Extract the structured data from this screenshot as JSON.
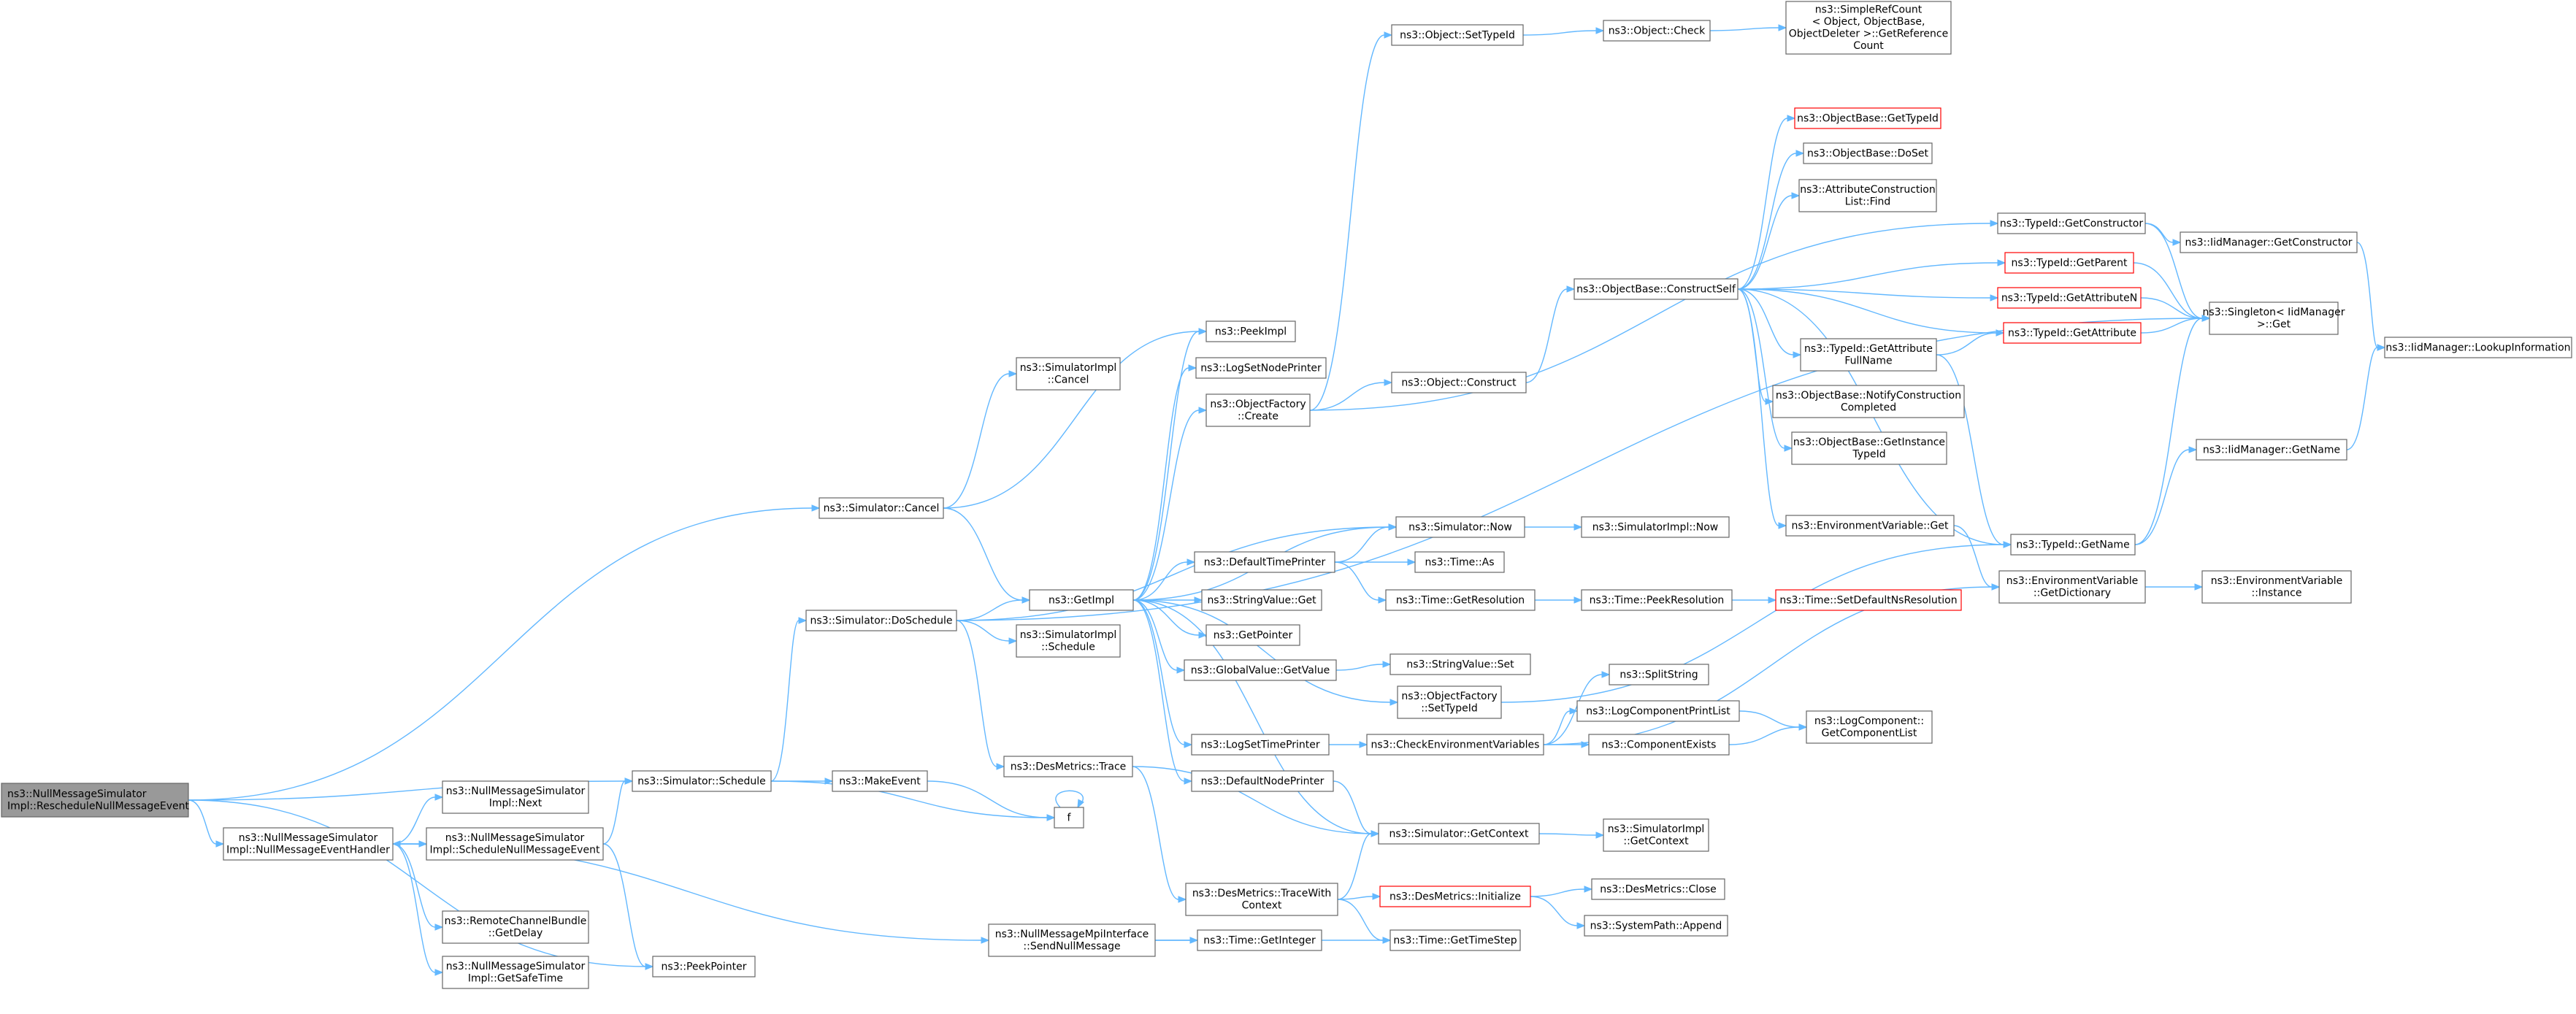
{
  "graph": {
    "root": "NullMessageSimulatorImpl::RescheduleNullMessageEvent",
    "nodes": [
      {
        "id": "n_root",
        "lines": [
          "ns3::NullMessageSimulator",
          "Impl::RescheduleNullMessageEvent"
        ],
        "style": "root"
      },
      {
        "id": "n_cancel",
        "lines": [
          "ns3::Simulator::Cancel"
        ]
      },
      {
        "id": "n_simimpl_cancel",
        "lines": [
          "ns3::SimulatorImpl",
          "::Cancel"
        ]
      },
      {
        "id": "n_doschedule",
        "lines": [
          "ns3::Simulator::DoSchedule"
        ]
      },
      {
        "id": "n_getimpl",
        "lines": [
          "ns3::GetImpl"
        ]
      },
      {
        "id": "n_simimpl_schedule",
        "lines": [
          "ns3::SimulatorImpl",
          "::Schedule"
        ]
      },
      {
        "id": "n_desmetrics_trace",
        "lines": [
          "ns3::DesMetrics::Trace"
        ]
      },
      {
        "id": "n_schedule",
        "lines": [
          "ns3::Simulator::Schedule"
        ]
      },
      {
        "id": "n_makeevent",
        "lines": [
          "ns3::MakeEvent"
        ]
      },
      {
        "id": "n_f",
        "lines": [
          "f"
        ]
      },
      {
        "id": "n_nms_next",
        "lines": [
          "ns3::NullMessageSimulator",
          "Impl::Next"
        ]
      },
      {
        "id": "n_nms_handler",
        "lines": [
          "ns3::NullMessageSimulator",
          "Impl::NullMessageEventHandler"
        ]
      },
      {
        "id": "n_nms_schednull",
        "lines": [
          "ns3::NullMessageSimulator",
          "Impl::ScheduleNullMessageEvent"
        ]
      },
      {
        "id": "n_rcb_getdelay",
        "lines": [
          "ns3::RemoteChannelBundle",
          "::GetDelay"
        ]
      },
      {
        "id": "n_nms_getsafetime",
        "lines": [
          "ns3::NullMessageSimulator",
          "Impl::GetSafeTime"
        ]
      },
      {
        "id": "n_peekpointer",
        "lines": [
          "ns3::PeekPointer"
        ]
      },
      {
        "id": "n_sendnull",
        "lines": [
          "ns3::NullMessageMpiInterface",
          "::SendNullMessage"
        ]
      },
      {
        "id": "n_peekimpl",
        "lines": [
          "ns3::PeekImpl"
        ]
      },
      {
        "id": "n_logsetnodeprinter",
        "lines": [
          "ns3::LogSetNodePrinter"
        ]
      },
      {
        "id": "n_objfactory_create",
        "lines": [
          "ns3::ObjectFactory",
          "::Create"
        ]
      },
      {
        "id": "n_defaulttimeprinter",
        "lines": [
          "ns3::DefaultTimePrinter"
        ]
      },
      {
        "id": "n_stringvalue_get",
        "lines": [
          "ns3::StringValue::Get"
        ]
      },
      {
        "id": "n_getpointer",
        "lines": [
          "ns3::GetPointer"
        ]
      },
      {
        "id": "n_globalvalue_getvalue",
        "lines": [
          "ns3::GlobalValue::GetValue"
        ]
      },
      {
        "id": "n_objfactory_settypeid",
        "lines": [
          "ns3::ObjectFactory",
          "::SetTypeId"
        ]
      },
      {
        "id": "n_logsettimeprinter",
        "lines": [
          "ns3::LogSetTimePrinter"
        ]
      },
      {
        "id": "n_defaultnodeprinter",
        "lines": [
          "ns3::DefaultNodePrinter"
        ]
      },
      {
        "id": "n_desmetrics_tracewith",
        "lines": [
          "ns3::DesMetrics::TraceWith",
          "Context"
        ]
      },
      {
        "id": "n_time_getinteger",
        "lines": [
          "ns3::Time::GetInteger"
        ]
      },
      {
        "id": "n_object_settypeid",
        "lines": [
          "ns3::Object::SetTypeId"
        ]
      },
      {
        "id": "n_object_construct",
        "lines": [
          "ns3::Object::Construct"
        ]
      },
      {
        "id": "n_sim_now",
        "lines": [
          "ns3::Simulator::Now"
        ]
      },
      {
        "id": "n_time_as",
        "lines": [
          "ns3::Time::As"
        ]
      },
      {
        "id": "n_time_getresolution",
        "lines": [
          "ns3::Time::GetResolution"
        ]
      },
      {
        "id": "n_stringvalue_set",
        "lines": [
          "ns3::StringValue::Set"
        ]
      },
      {
        "id": "n_checkenv",
        "lines": [
          "ns3::CheckEnvironmentVariables"
        ]
      },
      {
        "id": "n_sim_getcontext",
        "lines": [
          "ns3::Simulator::GetContext"
        ]
      },
      {
        "id": "n_desmetrics_init",
        "lines": [
          "ns3::DesMetrics::Initialize"
        ],
        "style": "red"
      },
      {
        "id": "n_time_gettimestep",
        "lines": [
          "ns3::Time::GetTimeStep"
        ]
      },
      {
        "id": "n_object_check",
        "lines": [
          "ns3::Object::Check"
        ]
      },
      {
        "id": "n_objectbase_constructself",
        "lines": [
          "ns3::ObjectBase::ConstructSelf"
        ]
      },
      {
        "id": "n_simimpl_now",
        "lines": [
          "ns3::SimulatorImpl::Now"
        ]
      },
      {
        "id": "n_time_peekresolution",
        "lines": [
          "ns3::Time::PeekResolution"
        ]
      },
      {
        "id": "n_splitstring",
        "lines": [
          "ns3::SplitString"
        ]
      },
      {
        "id": "n_logcomponentprintlist",
        "lines": [
          "ns3::LogComponentPrintList"
        ]
      },
      {
        "id": "n_componentexists",
        "lines": [
          "ns3::ComponentExists"
        ]
      },
      {
        "id": "n_simimpl_getcontext",
        "lines": [
          "ns3::SimulatorImpl",
          "::GetContext"
        ]
      },
      {
        "id": "n_desmetrics_close",
        "lines": [
          "ns3::DesMetrics::Close"
        ]
      },
      {
        "id": "n_systempath_append",
        "lines": [
          "ns3::SystemPath::Append"
        ]
      },
      {
        "id": "n_simplerefcount",
        "lines": [
          "ns3::SimpleRefCount",
          "< Object, ObjectBase,",
          "ObjectDeleter >::GetReference",
          "Count"
        ]
      },
      {
        "id": "n_objectbase_gettypeid",
        "lines": [
          "ns3::ObjectBase::GetTypeId"
        ],
        "style": "red"
      },
      {
        "id": "n_objectbase_doset",
        "lines": [
          "ns3::ObjectBase::DoSet"
        ]
      },
      {
        "id": "n_attrconstruction",
        "lines": [
          "ns3::AttributeConstruction",
          "List::Find"
        ]
      },
      {
        "id": "n_typeid_getattrfullname",
        "lines": [
          "ns3::TypeId::GetAttribute",
          "FullName"
        ]
      },
      {
        "id": "n_objectbase_notify",
        "lines": [
          "ns3::ObjectBase::NotifyConstruction",
          "Completed"
        ]
      },
      {
        "id": "n_objectbase_getinstance",
        "lines": [
          "ns3::ObjectBase::GetInstance",
          "TypeId"
        ]
      },
      {
        "id": "n_envvar_get",
        "lines": [
          "ns3::EnvironmentVariable::Get"
        ]
      },
      {
        "id": "n_time_setdefaultns",
        "lines": [
          "ns3::Time::SetDefaultNsResolution"
        ],
        "style": "red"
      },
      {
        "id": "n_logcomponent_getlist",
        "lines": [
          "ns3::LogComponent::",
          "GetComponentList"
        ]
      },
      {
        "id": "n_typeid_getconstructor",
        "lines": [
          "ns3::TypeId::GetConstructor"
        ]
      },
      {
        "id": "n_typeid_getparent",
        "lines": [
          "ns3::TypeId::GetParent"
        ],
        "style": "red"
      },
      {
        "id": "n_typeid_getattributen",
        "lines": [
          "ns3::TypeId::GetAttributeN"
        ],
        "style": "red"
      },
      {
        "id": "n_typeid_getattribute",
        "lines": [
          "ns3::TypeId::GetAttribute"
        ],
        "style": "red"
      },
      {
        "id": "n_typeid_getname",
        "lines": [
          "ns3::TypeId::GetName"
        ]
      },
      {
        "id": "n_envvar_getdictionary",
        "lines": [
          "ns3::EnvironmentVariable",
          "::GetDictionary"
        ]
      },
      {
        "id": "n_iidmanager_getconstructor",
        "lines": [
          "ns3::IidManager::GetConstructor"
        ]
      },
      {
        "id": "n_singleton_get",
        "lines": [
          "ns3::Singleton< IidManager",
          ">::Get"
        ]
      },
      {
        "id": "n_iidmanager_getname",
        "lines": [
          "ns3::IidManager::GetName"
        ]
      },
      {
        "id": "n_envvar_instance",
        "lines": [
          "ns3::EnvironmentVariable",
          "::Instance"
        ]
      },
      {
        "id": "n_iidmanager_lookup",
        "lines": [
          "ns3::IidManager::LookupInformation"
        ]
      }
    ],
    "edges": [
      [
        "n_root",
        "n_cancel"
      ],
      [
        "n_root",
        "n_schedule"
      ],
      [
        "n_root",
        "n_nms_handler"
      ],
      [
        "n_root",
        "n_peekpointer"
      ],
      [
        "n_cancel",
        "n_simimpl_cancel"
      ],
      [
        "n_cancel",
        "n_peekimpl"
      ],
      [
        "n_cancel",
        "n_getimpl"
      ],
      [
        "n_doschedule",
        "n_getimpl"
      ],
      [
        "n_doschedule",
        "n_simimpl_schedule"
      ],
      [
        "n_doschedule",
        "n_desmetrics_trace"
      ],
      [
        "n_doschedule",
        "n_sim_now"
      ],
      [
        "n_doschedule",
        "n_singleton_get"
      ],
      [
        "n_schedule",
        "n_doschedule"
      ],
      [
        "n_schedule",
        "n_makeevent"
      ],
      [
        "n_schedule",
        "n_f"
      ],
      [
        "n_makeevent",
        "n_f"
      ],
      [
        "n_f",
        "n_f"
      ],
      [
        "n_nms_handler",
        "n_nms_next"
      ],
      [
        "n_nms_handler",
        "n_nms_schednull"
      ],
      [
        "n_nms_handler",
        "n_rcb_getdelay"
      ],
      [
        "n_nms_handler",
        "n_nms_getsafetime"
      ],
      [
        "n_nms_handler",
        "n_sendnull"
      ],
      [
        "n_nms_schednull",
        "n_nms_handler"
      ],
      [
        "n_nms_schednull",
        "n_schedule"
      ],
      [
        "n_nms_schednull",
        "n_peekpointer"
      ],
      [
        "n_sendnull",
        "n_time_getinteger"
      ],
      [
        "n_sendnull",
        "n_time_gettimestep"
      ],
      [
        "n_desmetrics_trace",
        "n_desmetrics_tracewith"
      ],
      [
        "n_desmetrics_trace",
        "n_sim_getcontext"
      ],
      [
        "n_desmetrics_tracewith",
        "n_desmetrics_init"
      ],
      [
        "n_desmetrics_tracewith",
        "n_sim_getcontext"
      ],
      [
        "n_desmetrics_tracewith",
        "n_time_gettimestep"
      ],
      [
        "n_getimpl",
        "n_peekimpl"
      ],
      [
        "n_getimpl",
        "n_logsetnodeprinter"
      ],
      [
        "n_getimpl",
        "n_objfactory_create"
      ],
      [
        "n_getimpl",
        "n_defaulttimeprinter"
      ],
      [
        "n_getimpl",
        "n_stringvalue_get"
      ],
      [
        "n_getimpl",
        "n_getpointer"
      ],
      [
        "n_getimpl",
        "n_globalvalue_getvalue"
      ],
      [
        "n_getimpl",
        "n_objfactory_settypeid"
      ],
      [
        "n_getimpl",
        "n_logsettimeprinter"
      ],
      [
        "n_getimpl",
        "n_defaultnodeprinter"
      ],
      [
        "n_getimpl",
        "n_sim_getcontext"
      ],
      [
        "n_getimpl",
        "n_sim_now"
      ],
      [
        "n_objfactory_create",
        "n_object_settypeid"
      ],
      [
        "n_objfactory_create",
        "n_object_construct"
      ],
      [
        "n_objfactory_create",
        "n_typeid_getconstructor"
      ],
      [
        "n_defaulttimeprinter",
        "n_sim_now"
      ],
      [
        "n_defaulttimeprinter",
        "n_time_as"
      ],
      [
        "n_defaulttimeprinter",
        "n_time_getresolution"
      ],
      [
        "n_globalvalue_getvalue",
        "n_stringvalue_set"
      ],
      [
        "n_objfactory_settypeid",
        "n_typeid_getname"
      ],
      [
        "n_logsettimeprinter",
        "n_checkenv"
      ],
      [
        "n_defaultnodeprinter",
        "n_sim_getcontext"
      ],
      [
        "n_object_settypeid",
        "n_object_check"
      ],
      [
        "n_object_check",
        "n_simplerefcount"
      ],
      [
        "n_object_construct",
        "n_objectbase_constructself"
      ],
      [
        "n_sim_now",
        "n_simimpl_now"
      ],
      [
        "n_time_getresolution",
        "n_time_peekresolution"
      ],
      [
        "n_time_peekresolution",
        "n_time_setdefaultns"
      ],
      [
        "n_checkenv",
        "n_splitstring"
      ],
      [
        "n_checkenv",
        "n_logcomponentprintlist"
      ],
      [
        "n_checkenv",
        "n_componentexists"
      ],
      [
        "n_checkenv",
        "n_envvar_getdictionary"
      ],
      [
        "n_logcomponentprintlist",
        "n_logcomponent_getlist"
      ],
      [
        "n_componentexists",
        "n_logcomponent_getlist"
      ],
      [
        "n_sim_getcontext",
        "n_simimpl_getcontext"
      ],
      [
        "n_desmetrics_init",
        "n_desmetrics_close"
      ],
      [
        "n_desmetrics_init",
        "n_systempath_append"
      ],
      [
        "n_objectbase_constructself",
        "n_objectbase_gettypeid"
      ],
      [
        "n_objectbase_constructself",
        "n_objectbase_doset"
      ],
      [
        "n_objectbase_constructself",
        "n_attrconstruction"
      ],
      [
        "n_objectbase_constructself",
        "n_typeid_getparent"
      ],
      [
        "n_objectbase_constructself",
        "n_typeid_getattributen"
      ],
      [
        "n_objectbase_constructself",
        "n_typeid_getattribute"
      ],
      [
        "n_objectbase_constructself",
        "n_typeid_getattrfullname"
      ],
      [
        "n_objectbase_constructself",
        "n_objectbase_notify"
      ],
      [
        "n_objectbase_constructself",
        "n_objectbase_getinstance"
      ],
      [
        "n_objectbase_constructself",
        "n_envvar_get"
      ],
      [
        "n_objectbase_constructself",
        "n_typeid_getname"
      ],
      [
        "n_typeid_getattrfullname",
        "n_typeid_getattribute"
      ],
      [
        "n_typeid_getattrfullname",
        "n_typeid_getname"
      ],
      [
        "n_envvar_get",
        "n_envvar_getdictionary"
      ],
      [
        "n_envvar_getdictionary",
        "n_envvar_instance"
      ],
      [
        "n_typeid_getconstructor",
        "n_iidmanager_getconstructor"
      ],
      [
        "n_typeid_getconstructor",
        "n_singleton_get"
      ],
      [
        "n_typeid_getparent",
        "n_singleton_get"
      ],
      [
        "n_typeid_getattributen",
        "n_singleton_get"
      ],
      [
        "n_typeid_getattribute",
        "n_singleton_get"
      ],
      [
        "n_typeid_getname",
        "n_singleton_get"
      ],
      [
        "n_typeid_getname",
        "n_iidmanager_getname"
      ],
      [
        "n_iidmanager_getconstructor",
        "n_iidmanager_lookup"
      ],
      [
        "n_iidmanager_getname",
        "n_iidmanager_lookup"
      ]
    ]
  }
}
